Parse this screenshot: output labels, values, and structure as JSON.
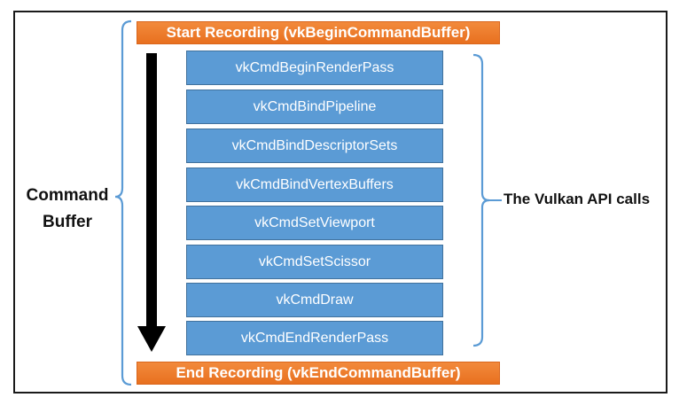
{
  "colors": {
    "orange": "#ED7D31",
    "blue": "#5B9BD5",
    "bracket": "#5B9BD5",
    "arrow": "#000000",
    "frame": "#1A1A1A"
  },
  "start_recording": "Start Recording (vkBeginCommandBuffer)",
  "end_recording": "End Recording (vkEndCommandBuffer)",
  "command_buffer_label": {
    "line1": "Command",
    "line2": "Buffer"
  },
  "api_calls_label": "The Vulkan API calls",
  "commands": [
    "vkCmdBeginRenderPass",
    "vkCmdBindPipeline",
    "vkCmdBindDescriptorSets",
    "vkCmdBindVertexBuffers",
    "vkCmdSetViewport",
    "vkCmdSetScissor",
    "vkCmdDraw",
    "vkCmdEndRenderPass"
  ]
}
